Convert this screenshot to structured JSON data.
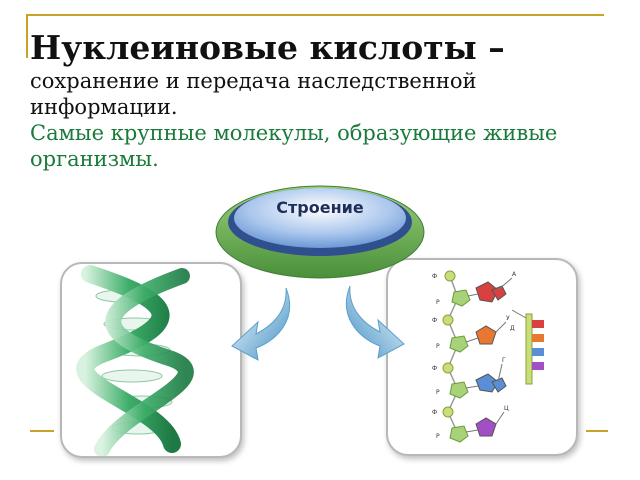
{
  "slide": {
    "title": "Нуклеиновые кислоты",
    "title_dash": "–",
    "subtitle": "сохранение и передача наследственной информации.",
    "highlight": "Самые крупные молекулы, образующие живые организмы.",
    "hub_label": "Строение",
    "chain_labels": {
      "phosphate": "Ф",
      "sugar": "Р",
      "base_a": "А",
      "base_u": "У",
      "base_g": "Г",
      "base_c": "Ц",
      "strand": "Д"
    },
    "colors": {
      "frame": "#c9a227",
      "title": "#111111",
      "highlight": "#1a7a3c",
      "helix": "#2a9a5c",
      "hub_center": "#6e9bd6",
      "arrow": "#4f9bc9",
      "base_a": "#d94040",
      "base_u": "#e8782f",
      "base_g": "#5a8fd6",
      "base_c": "#a24fc4"
    }
  }
}
